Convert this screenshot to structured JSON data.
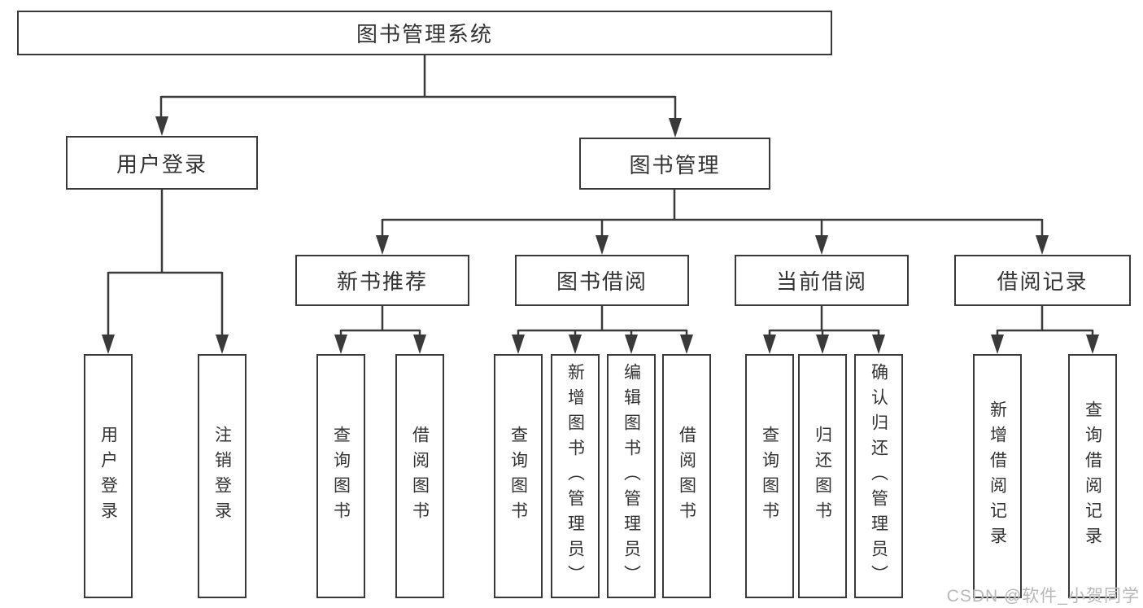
{
  "diagram": {
    "root": "图书管理系统",
    "level2": [
      "用户登录",
      "图书管理"
    ],
    "level3": [
      "新书推荐",
      "图书借阅",
      "当前借阅",
      "借阅记录"
    ],
    "leaves": {
      "user_login": [
        "用户登录",
        "注销登录"
      ],
      "new_book": [
        "查询图书",
        "借阅图书"
      ],
      "book_borrow": [
        "查询图书",
        "新增图书（管理员）",
        "编辑图书（管理员）",
        "借阅图书"
      ],
      "current_borrow": [
        "查询图书",
        "归还图书",
        "确认归还（管理员）"
      ],
      "borrow_record": [
        "新增借阅记录",
        "查询借阅记录"
      ]
    },
    "watermark": "CSDN @软件_小贺同学",
    "colors": {
      "line": "#3a3a3a",
      "text": "#333333",
      "background": "#ffffff",
      "watermark": "#b8b8b8"
    }
  }
}
